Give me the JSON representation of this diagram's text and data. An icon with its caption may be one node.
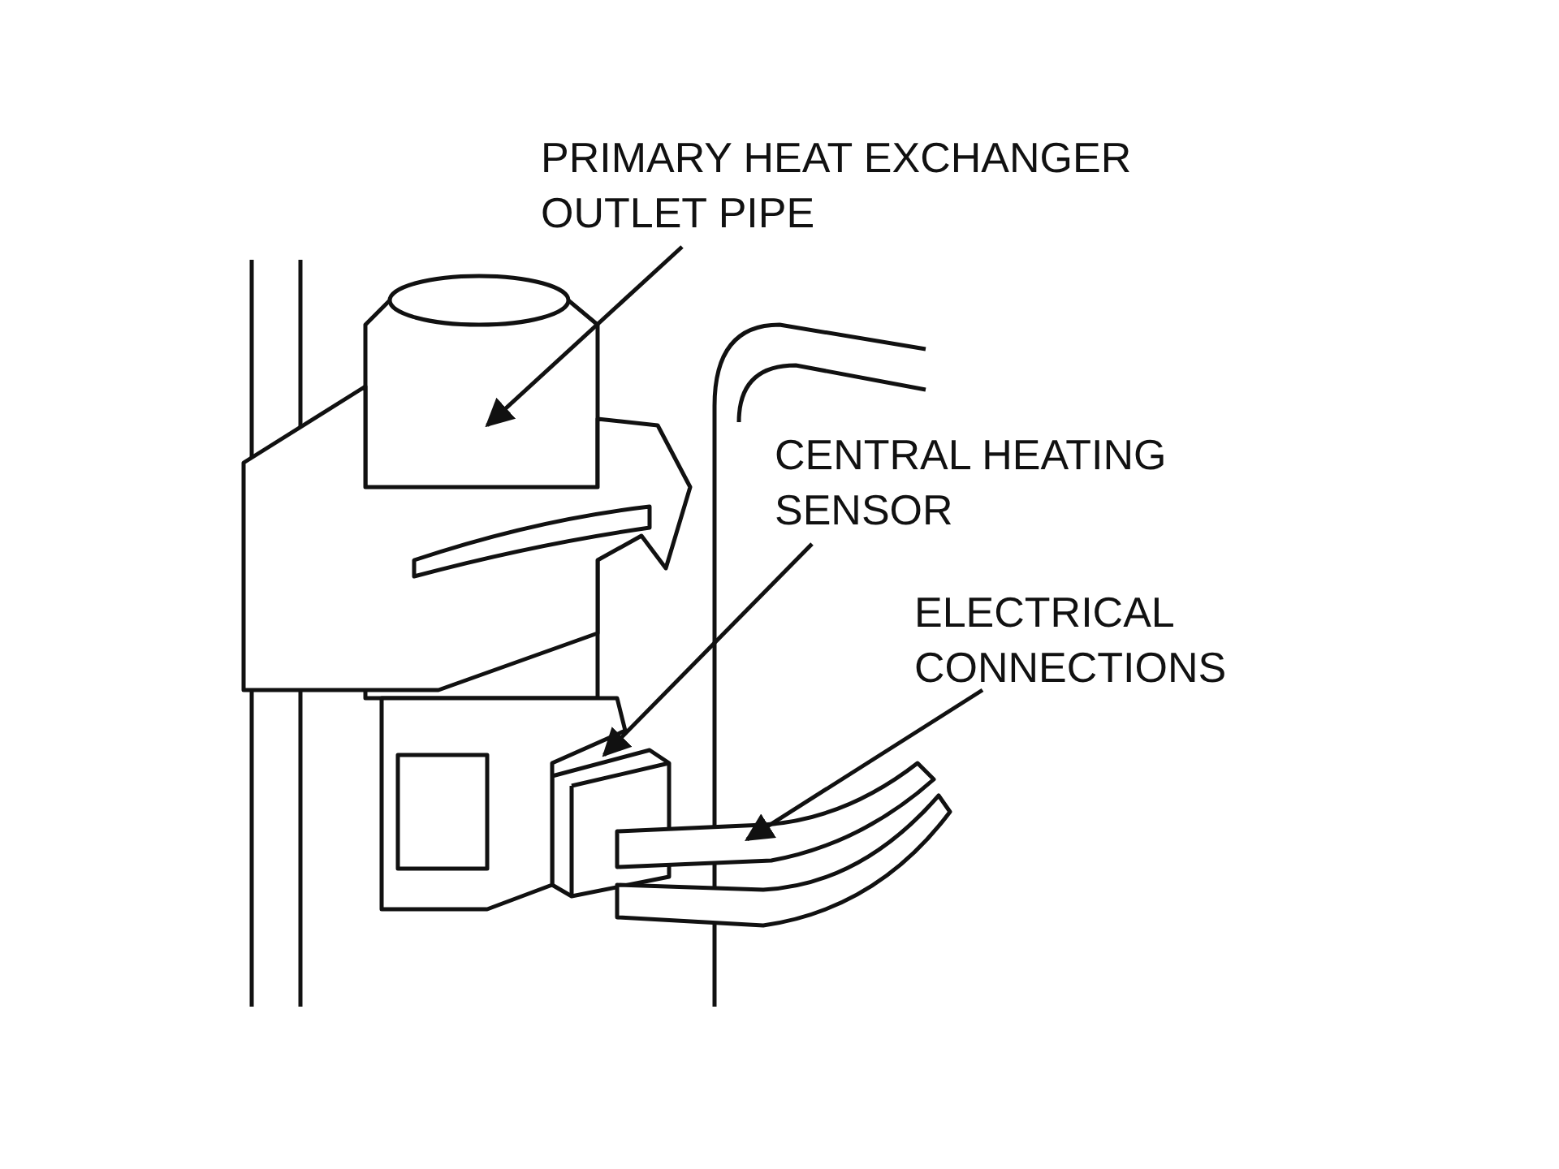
{
  "diagram": {
    "nodes": [
      {
        "text": [
          "PRIMARY HEAT EXCHANGER OUTLET PIPE"
        ]
      },
      {
        "text": [
          "CENTRAL HEATING SENSOR"
        ]
      },
      {
        "text": [
          "ELECTRICAL CONNECTIONS"
        ]
      },
      {
        "text": [],
        "shape": "cylinder"
      },
      {
        "text": [],
        "shape": "box"
      },
      {
        "text": [],
        "shape": "picture"
      }
    ],
    "edges": [
      {
        "from": 0,
        "to": 3,
        "arrow": "to"
      },
      {
        "from": 1,
        "to": 4,
        "arrow": "to"
      },
      {
        "from": 2,
        "to": 5,
        "arrow": "to"
      }
    ]
  }
}
